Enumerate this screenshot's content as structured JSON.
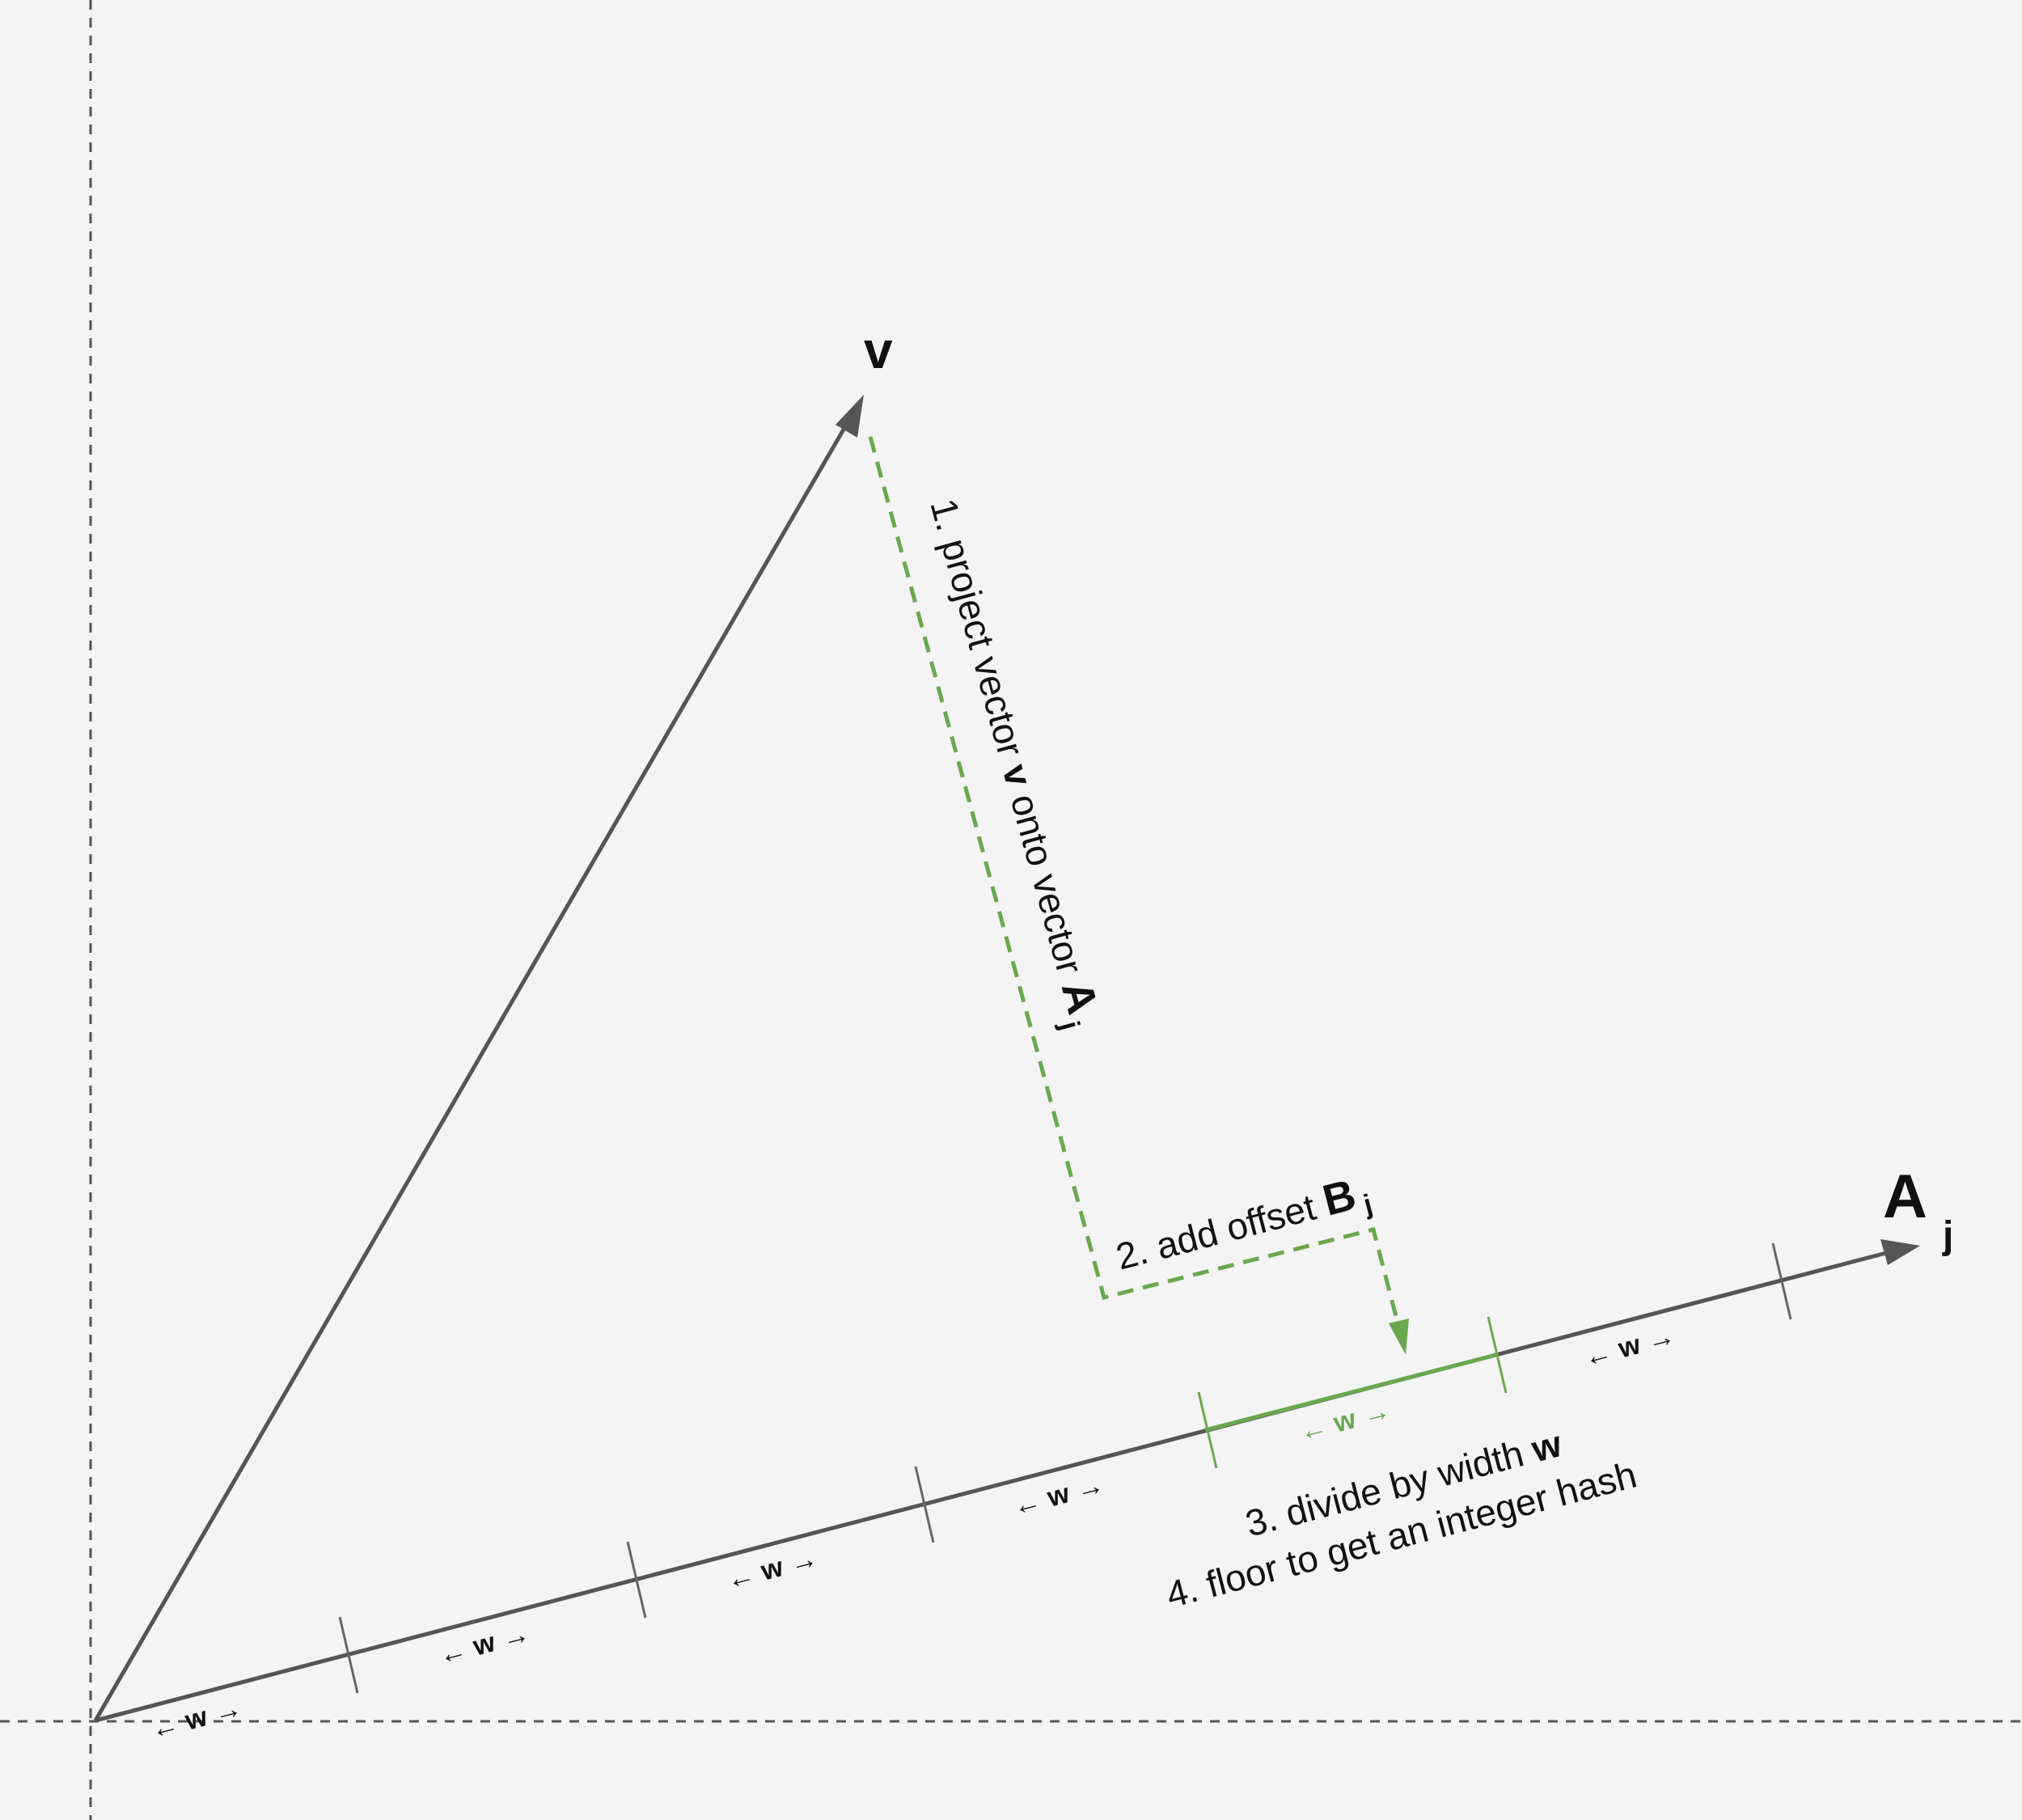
{
  "labels": {
    "v": "v",
    "a_main": "A",
    "a_sub": "j"
  },
  "steps": {
    "step1_a": "1. project vector ",
    "step1_v": "v",
    "step1_b": " onto vector ",
    "step1_A": "A",
    "step1_sub": "j",
    "step2_a": "2. add offset ",
    "step2_B": "B",
    "step2_sub": "j",
    "step3_a": "3. divide by width ",
    "step3_w": "w",
    "step4": "4. floor to get an integer hash"
  },
  "width_label": {
    "left_arrow": "←",
    "w": "w",
    "right_arrow": "→"
  },
  "colors": {
    "background": "#f4f4f4",
    "vector": "#555555",
    "axis": "#555555",
    "highlight": "#6aa84f",
    "text": "#111111"
  },
  "icons": {
    "arrowhead": "triangle-arrowhead-icon"
  }
}
